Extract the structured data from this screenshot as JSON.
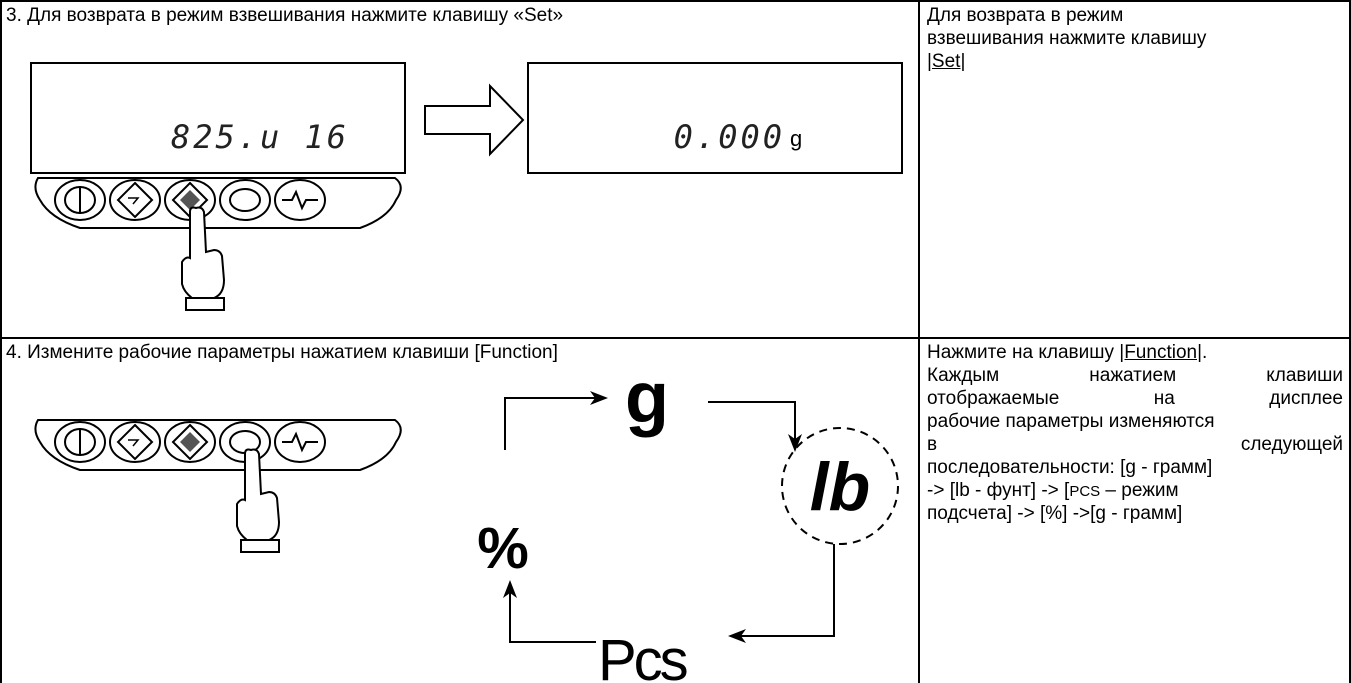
{
  "step3": {
    "title": "3. Для возврата в режим взвешивания нажмите клавишу «Set»",
    "display_before": "825.u 16",
    "display_after": "0.000",
    "display_after_unit": "g",
    "note": {
      "lines": [
        "Для возврата в режим",
        "взвешивания нажмите клавишу"
      ],
      "key": "|Set|"
    }
  },
  "step4": {
    "title": "4. Измените рабочие параметры нажатием клавиши [Function]",
    "units": {
      "g": "g",
      "lb": "lb",
      "pcs": "Pcs",
      "percent": "%"
    },
    "note": {
      "line1_prefix": "Нажмите на клавишу ",
      "line1_key": "|Function|",
      "line1_suffix": ".",
      "line2": "Каждым нажатием клавиши",
      "line3": "отображаемые на дисплее",
      "line4": "рабочие параметры изменяются",
      "line5a": "в",
      "line5b": "следующей",
      "line6": "последовательности: [g - грамм]",
      "line7": "-> [lb - фунт] -> [",
      "line7_sc": "PCS",
      "line7_end": " – режим",
      "line8": "подсчета] -> [%] ->[g - грамм]"
    }
  }
}
